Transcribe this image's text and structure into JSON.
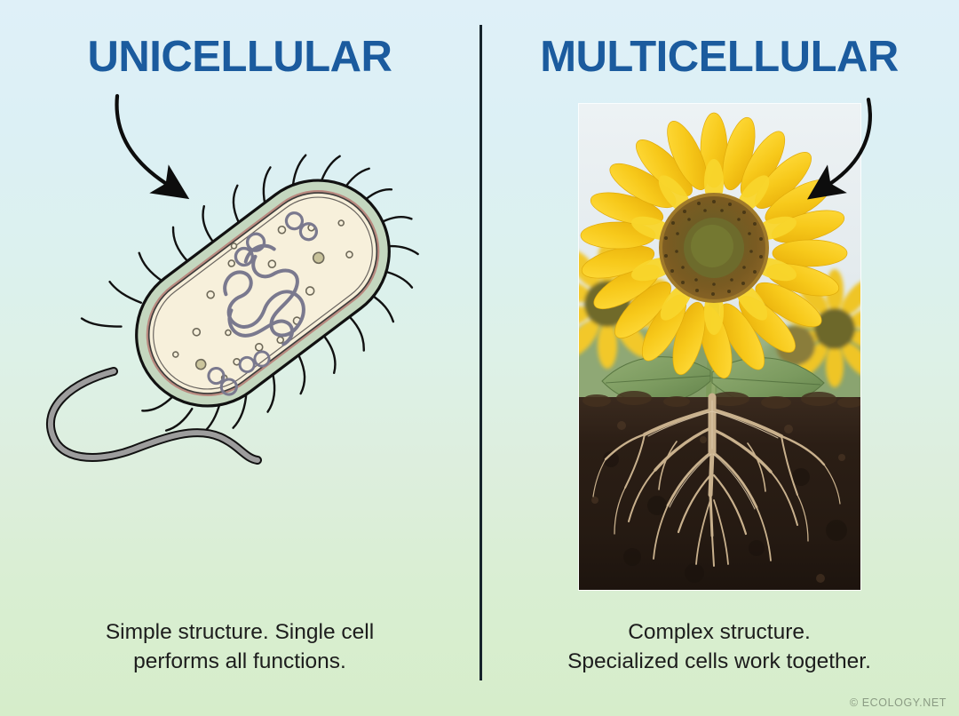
{
  "poster": {
    "background_top_color": "#dff0f8",
    "background_bottom_color": "#d6edca",
    "divider_color": "#16232b",
    "heading_color": "#1b5b9e",
    "caption_color": "#1d1d1d",
    "credit": "© ECOLOGY.NET"
  },
  "left_panel": {
    "heading": "UNICELLULAR",
    "caption": "Simple structure. Single cell\nperforms all functions.",
    "arrow": {
      "name": "curved-arrow-down-right",
      "color": "#0d0d0d",
      "points_to": "bacterium-cell"
    },
    "illustration": {
      "name": "bacterium-cell",
      "subject": "prokaryotic bacterium",
      "capsule_color": "#c3d6be",
      "cell_wall_color": "#c0948b",
      "cytoplasm_color": "#f6efd9",
      "nucleoid_color": "#7c7b92",
      "plasmid_color": "#7c7b92",
      "ribosome_color": "#c9c49f",
      "flagellum_color": "#9a9a9a",
      "outline_color": "#111111",
      "parts": [
        "capsule",
        "cell wall",
        "cytoplasm",
        "nucleoid (DNA)",
        "plasmids",
        "ribosomes",
        "pili",
        "flagellum"
      ]
    }
  },
  "right_panel": {
    "heading": "MULTICELLULAR",
    "caption": "Complex structure.\nSpecialized cells work together.",
    "arrow": {
      "name": "curved-arrow-down-left",
      "color": "#0d0d0d",
      "points_to": "sunflower-photo"
    },
    "photo": {
      "name": "sunflower-photo",
      "subject": "sunflower plant with exposed roots in soil",
      "sky_color": "#e8eef1",
      "petal_color": "#f5c518",
      "disc_color": "#7a5a20",
      "leaf_color": "#7d9b62",
      "soil_color": "#2e2119",
      "root_color": "#c8b08c",
      "elements": [
        "sky",
        "background sunflowers",
        "main sunflower head",
        "stem",
        "leaves",
        "soil cross-section",
        "root system"
      ]
    }
  }
}
